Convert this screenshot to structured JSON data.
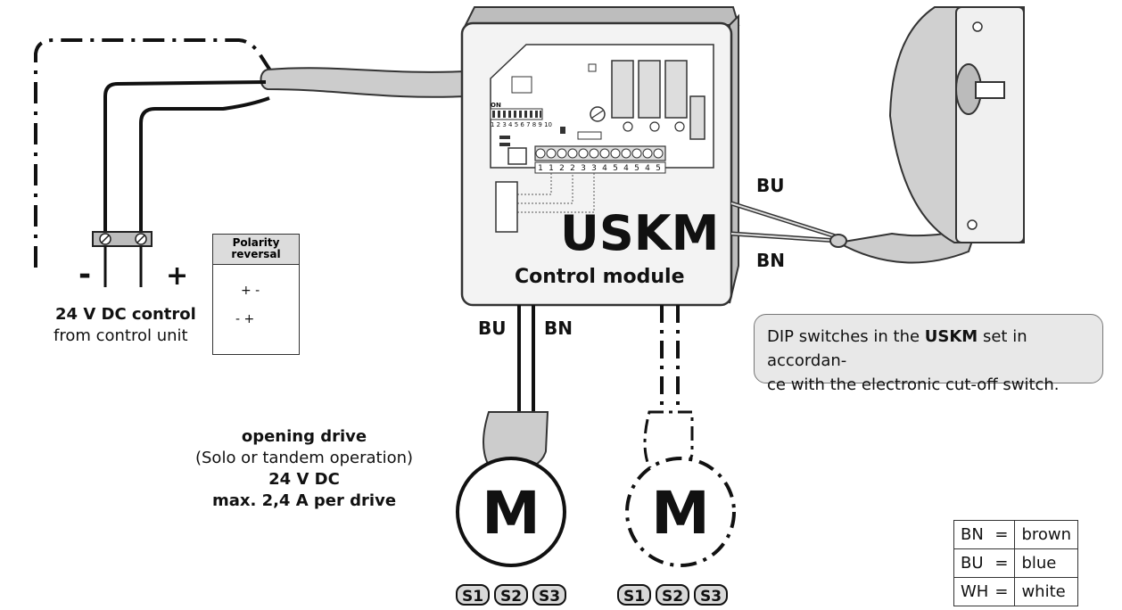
{
  "module": {
    "title": "USKM",
    "subtitle": "Control module"
  },
  "power": {
    "minus": "-",
    "plus": "+",
    "title": "24 V DC control",
    "source": "from control unit"
  },
  "polarity": {
    "title_line1": "Polarity",
    "title_line2": "reversal",
    "state1": "+ -",
    "state2": "- +"
  },
  "wires": {
    "switch_upper": "BU",
    "switch_lower": "BN",
    "drive_left": "BU",
    "drive_right": "BN"
  },
  "note": {
    "prefix": "DIP switches in the ",
    "highlight": "USKM",
    "line1_rest": " set in accordan-",
    "line2": "ce with the electronic cut-off switch."
  },
  "drive": {
    "line1": "opening drive",
    "line2": "(Solo or tandem operation)",
    "line3": "24 V DC",
    "line4": "max. 2,4 A per drive"
  },
  "motors": [
    {
      "symbol": "M",
      "sizes": [
        "S1",
        "S2",
        "S3"
      ],
      "style": "solid"
    },
    {
      "symbol": "M",
      "sizes": [
        "S1",
        "S2",
        "S3"
      ],
      "style": "dash-dot"
    }
  ],
  "board": {
    "dip_label": "ON",
    "dip_numbers": "1 2 3 4 5 6 7 8 9 10",
    "terminal_numbers": [
      "1",
      "1",
      "2",
      "2",
      "3",
      "3",
      "4",
      "5",
      "4",
      "5",
      "4",
      "5"
    ]
  },
  "legend": [
    {
      "code": "BN",
      "eq": "=",
      "meaning": "brown"
    },
    {
      "code": "BU",
      "eq": "=",
      "meaning": "blue"
    },
    {
      "code": "WH",
      "eq": "=",
      "meaning": "white"
    }
  ],
  "colors": {
    "module_fill": "#f3f3f3",
    "cable_fill": "#cccccc",
    "line": "#111111",
    "note_fill": "#e8e8e8"
  }
}
